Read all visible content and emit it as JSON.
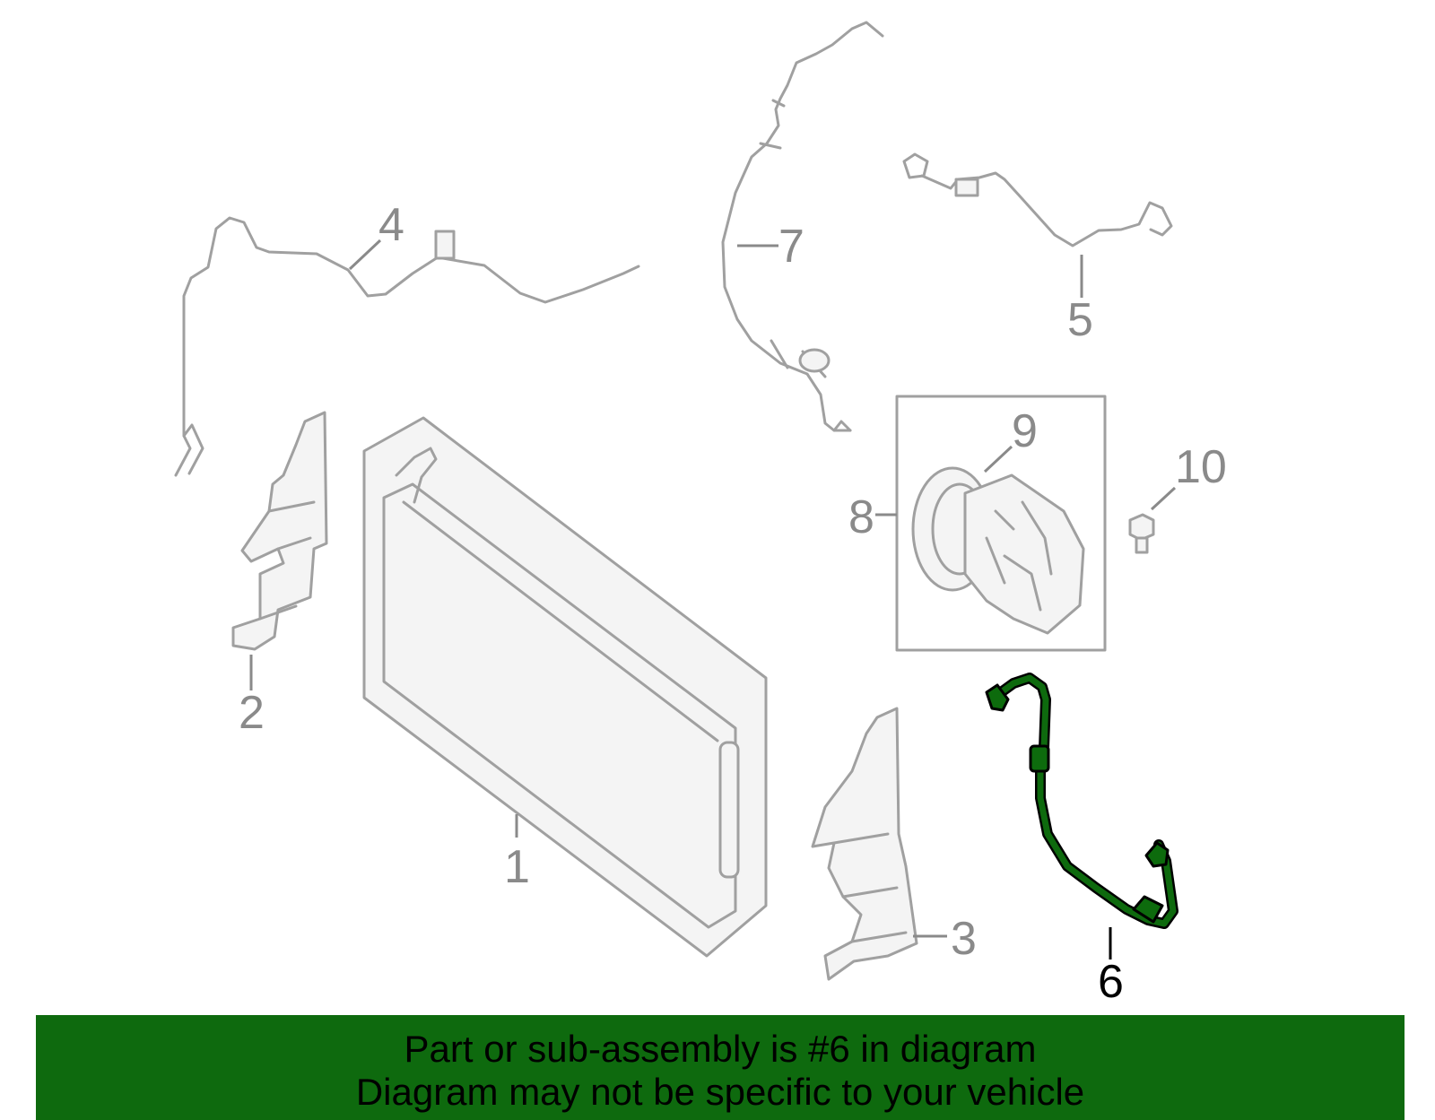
{
  "callouts": {
    "c1": "1",
    "c2": "2",
    "c3": "3",
    "c4": "4",
    "c5": "5",
    "c6": "6",
    "c7": "7",
    "c8": "8",
    "c9": "9",
    "c10": "10"
  },
  "highlight": {
    "part_number": "6",
    "color": "#0e6a0e"
  },
  "banner": {
    "line1": "Part or sub-assembly is #6 in diagram",
    "line2": "Diagram may not be specific to your vehicle"
  }
}
